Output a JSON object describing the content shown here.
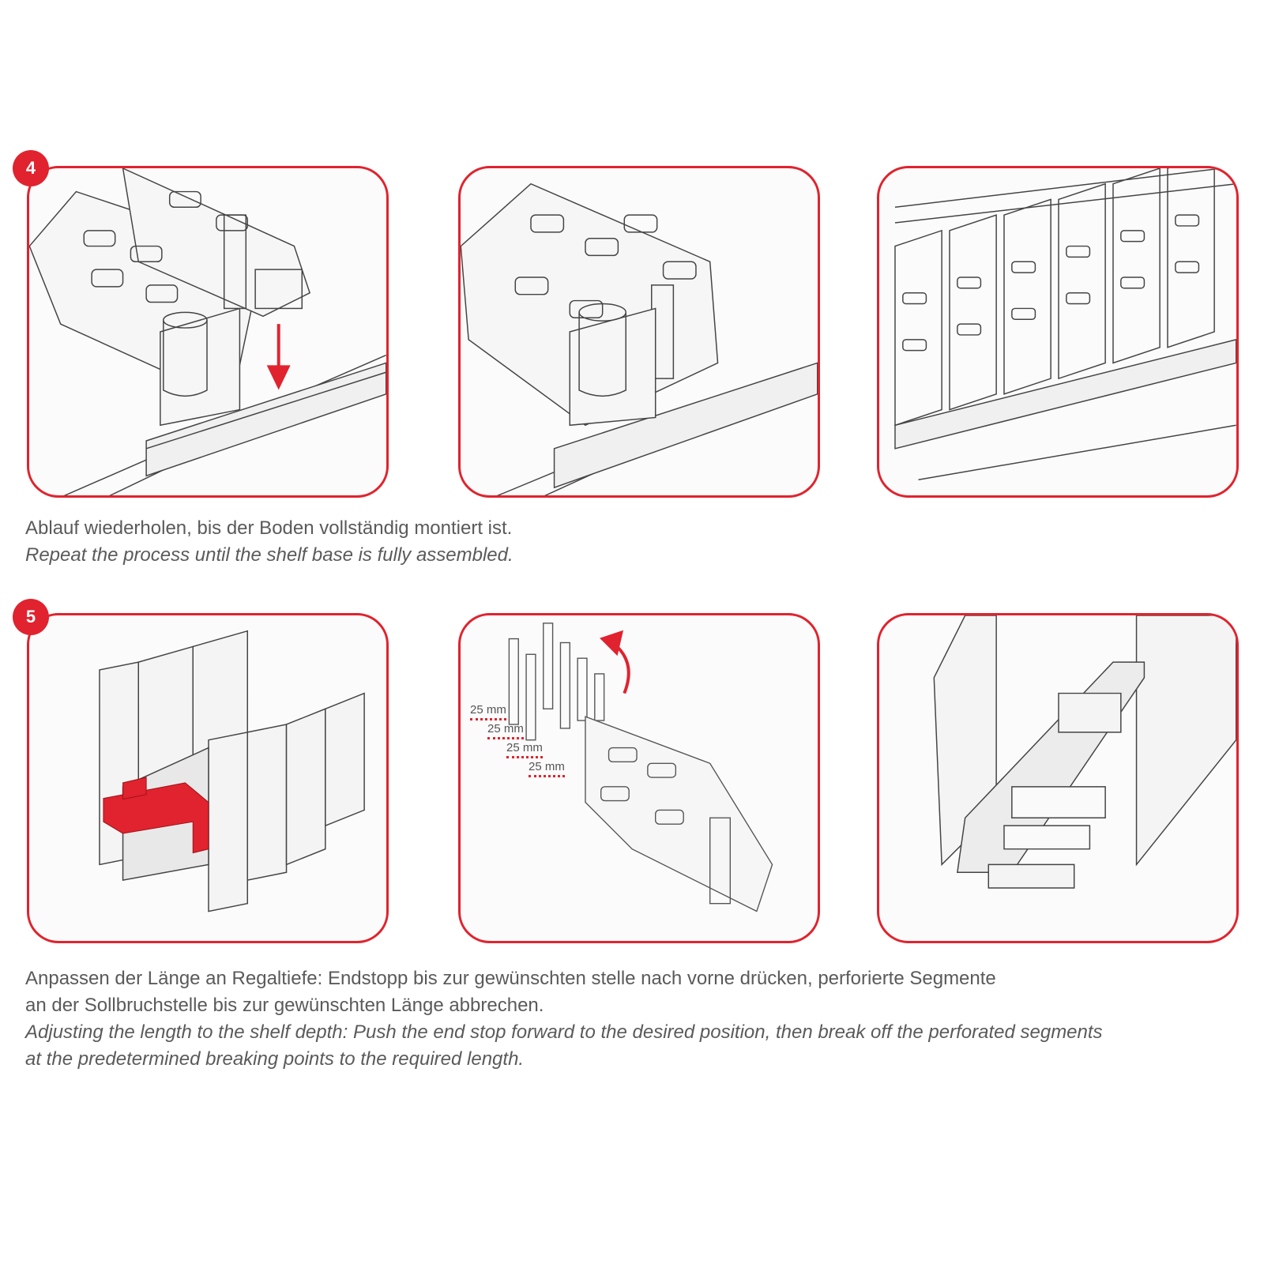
{
  "step4": {
    "number": "4",
    "caption_de": "Ablauf wiederholen, bis der Boden vollständig montiert ist.",
    "caption_en": "Repeat the process until the shelf base is fully assembled."
  },
  "step5": {
    "number": "5",
    "measure_labels": [
      "25 mm",
      "25 mm",
      "25 mm",
      "25 mm"
    ],
    "caption_de_1": "Anpassen der Länge an Regaltiefe: Endstopp bis zur gewünschten stelle nach vorne drücken, perforierte Segmente",
    "caption_de_2": "an der Sollbruchstelle bis zur gewünschten Länge abbrechen.",
    "caption_en_1": "Adjusting the length to the shelf depth: Push the end stop forward to the desired position, then break off the perforated segments",
    "caption_en_2": "at the predetermined breaking points to the required length."
  },
  "colors": {
    "accent": "#e0232e",
    "text": "#5a5a5a",
    "line": "#444444"
  }
}
